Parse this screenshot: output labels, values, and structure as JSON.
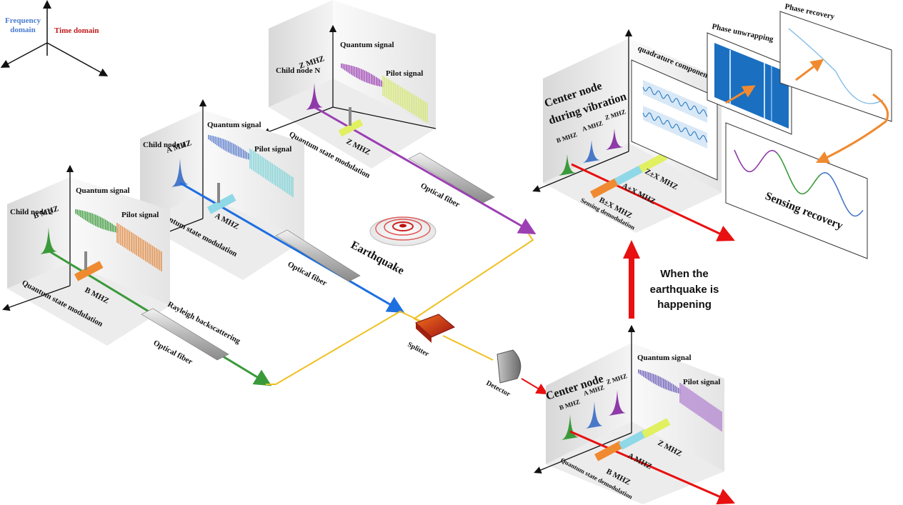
{
  "axes_legend": {
    "frequency": "Frequency domain",
    "time": "Time domain"
  },
  "child_n": {
    "title": "Child node N",
    "freq": "Z MHZ",
    "quantum": "Quantum signal",
    "pilot": "Pilot signal",
    "modulator": "Z MHZ",
    "caption": "Quantum state modulation"
  },
  "child_1": {
    "title": "Child node 1",
    "freq": "A MHZ",
    "quantum": "Quantum signal",
    "pilot": "Pilot signal",
    "modulator": "A MHZ",
    "caption": "Quantum state modulation"
  },
  "child_2": {
    "title": "Child node 2",
    "freq": "B MHZ",
    "quantum": "Quantum signal",
    "pilot": "Pilot signal",
    "modulator": "B MHZ",
    "caption": "Quantum state modulation"
  },
  "fiber_labels": {
    "n": "Optical fiber",
    "one": "Optical fiber",
    "two": "Optical fiber",
    "rayleigh": "Rayleigh backscattering"
  },
  "earthquake": "Earthquake",
  "splitter": "Splitter",
  "detector": "Detector",
  "center_node": {
    "title": "Center node",
    "freqs": [
      "B MHZ",
      "A MHZ",
      "Z MHZ"
    ],
    "quantum": "Quantum signal",
    "pilot": "Pilot signal",
    "labels": [
      "B MHZ",
      "A MHZ",
      "Z MHZ"
    ],
    "caption": "Quantum state demodulation"
  },
  "center_vibration": {
    "title": [
      "Center node",
      "during vibration"
    ],
    "freqs": [
      "B MHZ",
      "A MHZ",
      "Z MHZ"
    ],
    "labels": [
      "B±X MHZ",
      "A±X MHZ",
      "Z±X MHZ"
    ],
    "caption": "Sensing demodulation"
  },
  "panels": {
    "quadrature": "quadrature components",
    "unwrap": "Phase unwrapping",
    "recovery": "Phase recovery",
    "sensing": "Sensing recovery"
  },
  "event": [
    "When the",
    "earthquake is",
    "happening"
  ],
  "colors": {
    "purple": "#9b3fb3",
    "blue": "#1e6fe0",
    "green": "#3a9a3a",
    "yellow": "#f0c020",
    "red": "#e81010",
    "orange": "#f08a30"
  }
}
